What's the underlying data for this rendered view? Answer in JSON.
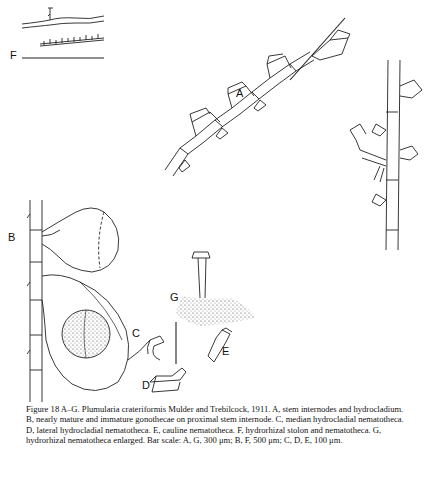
{
  "diagram": {
    "caption": "Figure 18 A–G. Plumularia crateriformis Mulder and Trebilcock, 1911. A, stem internodes and hydrocladium. B, nearly mature and immature gonothecae on proximal stem internode. C, median hydrocladial nematotheca. D, lateral hydrocladial nematotheca. E, cauline nematotheca. F, hydrorhizal stolon and nematotheca. G, hydrorhizal nematotheca enlarged. Bar scale: A, G, 300 μm; B, F, 500 μm; C, D, E, 100 μm.",
    "labels": [
      "F",
      "A",
      "B",
      "G",
      "C",
      "E",
      "D"
    ]
  }
}
